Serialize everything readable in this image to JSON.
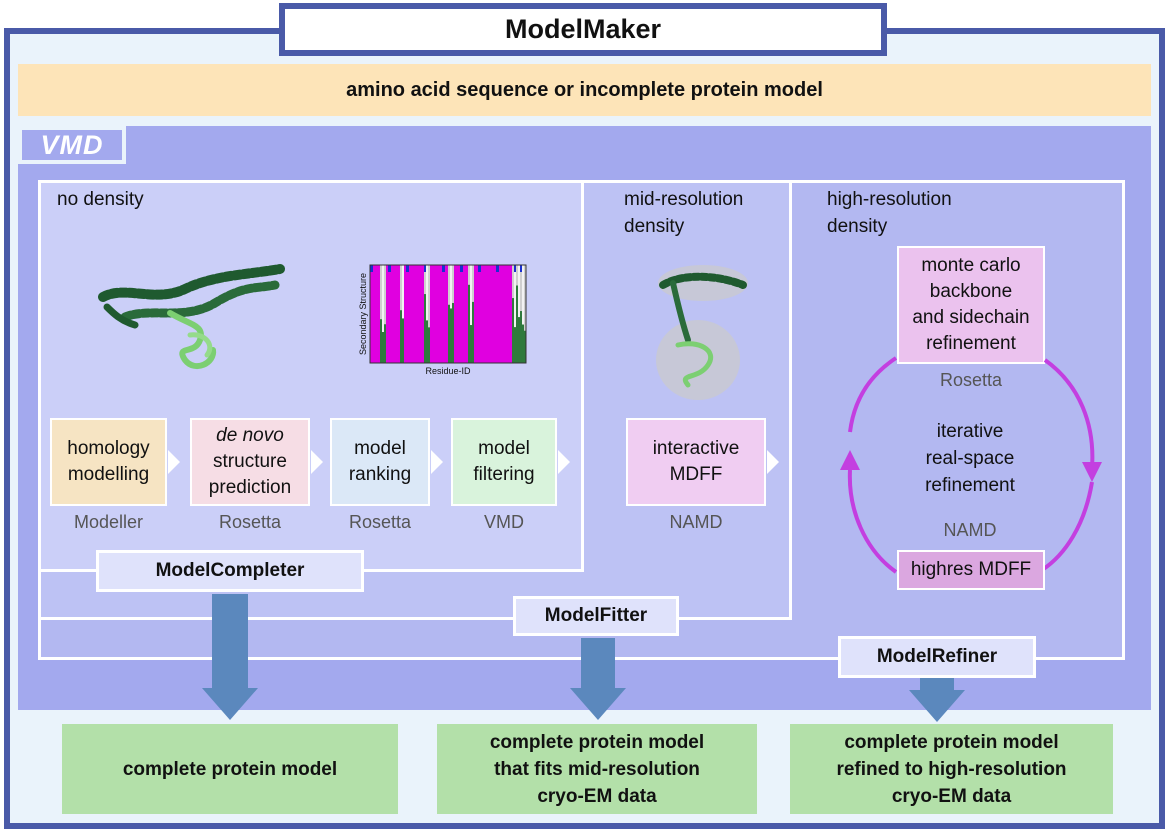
{
  "title": "ModelMaker",
  "input_banner": "amino acid sequence or incomplete protein model",
  "vmd_label": "VMD",
  "sections": {
    "no_density": "no density",
    "mid_resolution": [
      "mid-resolution",
      "density"
    ],
    "high_resolution": [
      "high-resolution",
      "density"
    ]
  },
  "steps": {
    "homology": {
      "lines": [
        "homology",
        "modelling"
      ],
      "tool": "Modeller",
      "color": "#f6e4c3"
    },
    "denovo": {
      "italic": "de novo",
      "lines": [
        "structure",
        "prediction"
      ],
      "tool": "Rosetta",
      "color": "#f6dde5"
    },
    "ranking": {
      "lines": [
        "model",
        "ranking"
      ],
      "tool": "Rosetta",
      "color": "#dbe8f7"
    },
    "filtering": {
      "lines": [
        "model",
        "filtering"
      ],
      "tool": "VMD",
      "color": "#d9f3dc"
    },
    "mdff": {
      "lines": [
        "interactive",
        "MDFF"
      ],
      "tool": "NAMD",
      "color": "#f0cdf2"
    },
    "montecarlo": {
      "lines": [
        "monte carlo",
        "backbone",
        "and sidechain",
        "refinement"
      ],
      "tool": "Rosetta",
      "color": "#ebc2ee"
    },
    "iterative": {
      "lines": [
        "iterative",
        "real-space",
        "refinement"
      ],
      "tool": "NAMD"
    },
    "highres": {
      "label": "highres MDFF",
      "color": "#dba7e0"
    }
  },
  "plot": {
    "ylabel": "Secondary Structure",
    "xlabel": "Residue-ID"
  },
  "modules": {
    "completer": "ModelCompleter",
    "fitter": "ModelFitter",
    "refiner": "ModelRefiner"
  },
  "outputs": {
    "completer": [
      "complete protein model"
    ],
    "fitter": [
      "complete protein model",
      "that fits mid-resolution",
      "cryo-EM data"
    ],
    "refiner": [
      "complete protein model",
      "refined to high-resolution",
      "cryo-EM data"
    ]
  },
  "colors": {
    "frame": "#4a5aa8",
    "arrow": "#5b88bd",
    "loop": "#c33fe0",
    "helix": "#1f5a2f",
    "coil": "#7ccf72",
    "magenta": "#e000e0"
  }
}
